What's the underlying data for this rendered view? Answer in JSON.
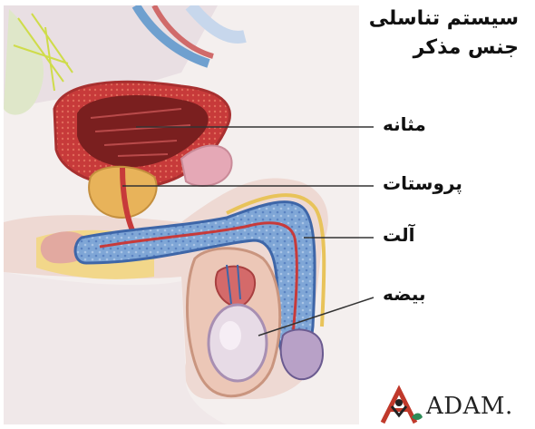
{
  "title": {
    "line1": "سیستم تناسلی",
    "line2": "جنس مذکر"
  },
  "labels": {
    "bladder": "مثانه",
    "prostate": "پروستات",
    "penis": "آلت",
    "testis": "بیضه"
  },
  "logo": {
    "text": "ADAM."
  }
}
